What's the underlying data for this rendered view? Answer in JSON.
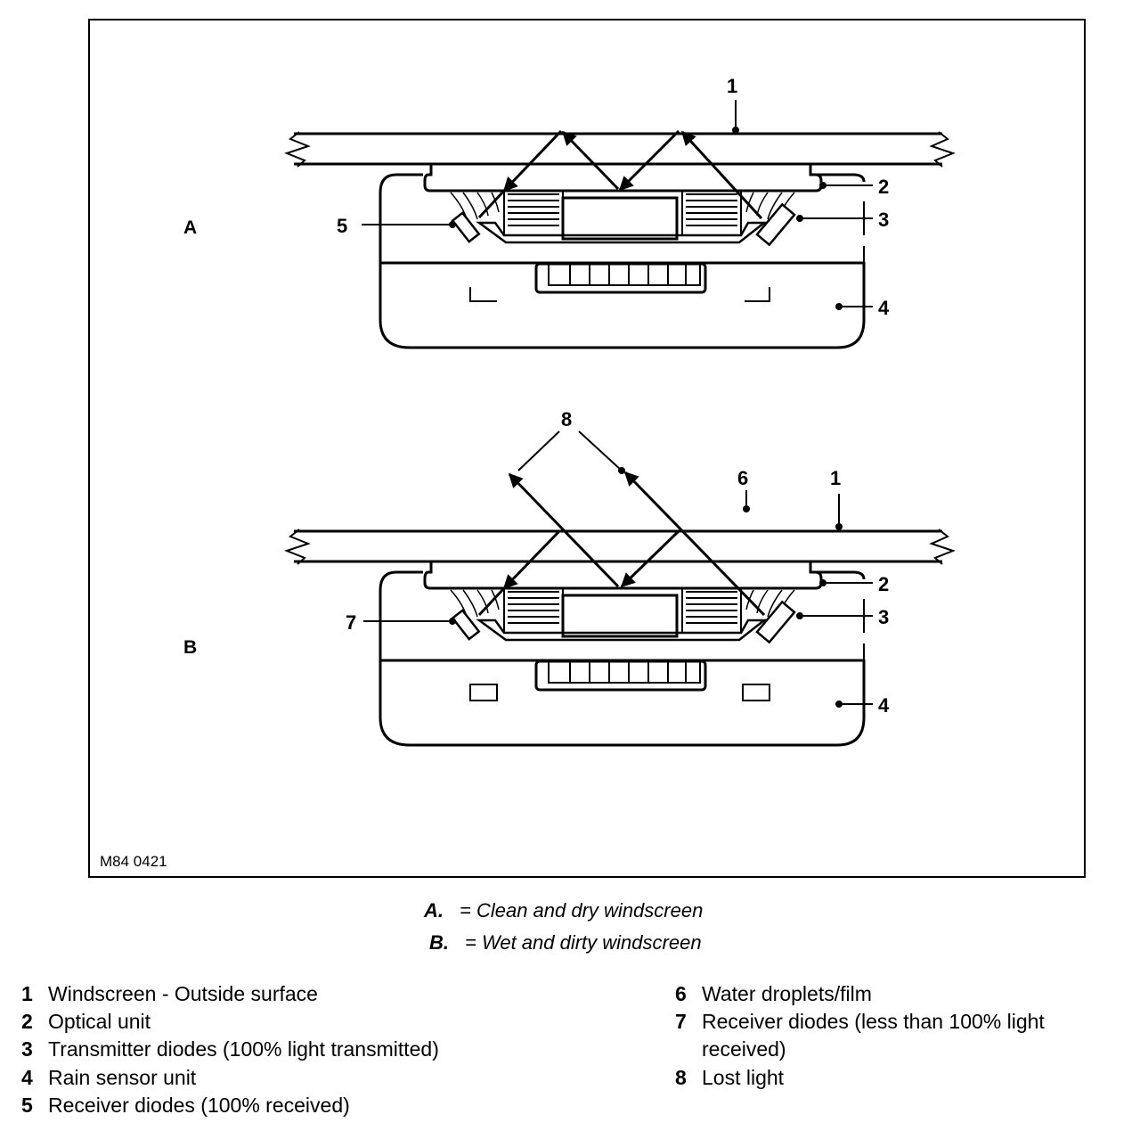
{
  "figure": {
    "panel_a_label": "A",
    "panel_b_label": "B",
    "ref_code": "M84 0421",
    "panel_a_callouts": [
      "1",
      "2",
      "3",
      "4",
      "5"
    ],
    "panel_b_callouts": [
      "8",
      "6",
      "1",
      "2",
      "3",
      "7",
      "4"
    ]
  },
  "captions": [
    {
      "letter": "A.",
      "text": "= Clean and dry windscreen"
    },
    {
      "letter": "B.",
      "text": "= Wet and dirty windscreen"
    }
  ],
  "legend": {
    "left": [
      {
        "num": "1",
        "text": "Windscreen - Outside surface"
      },
      {
        "num": "2",
        "text": "Optical unit"
      },
      {
        "num": "3",
        "text": "Transmitter diodes (100% light transmitted)"
      },
      {
        "num": "4",
        "text": "Rain sensor unit"
      },
      {
        "num": "5",
        "text": "Receiver diodes (100% received)"
      }
    ],
    "right": [
      {
        "num": "6",
        "text": "Water droplets/film"
      },
      {
        "num": "7",
        "text": "Receiver diodes (less than 100% light",
        "text2": "received)"
      },
      {
        "num": "8",
        "text": "Lost light"
      }
    ]
  }
}
